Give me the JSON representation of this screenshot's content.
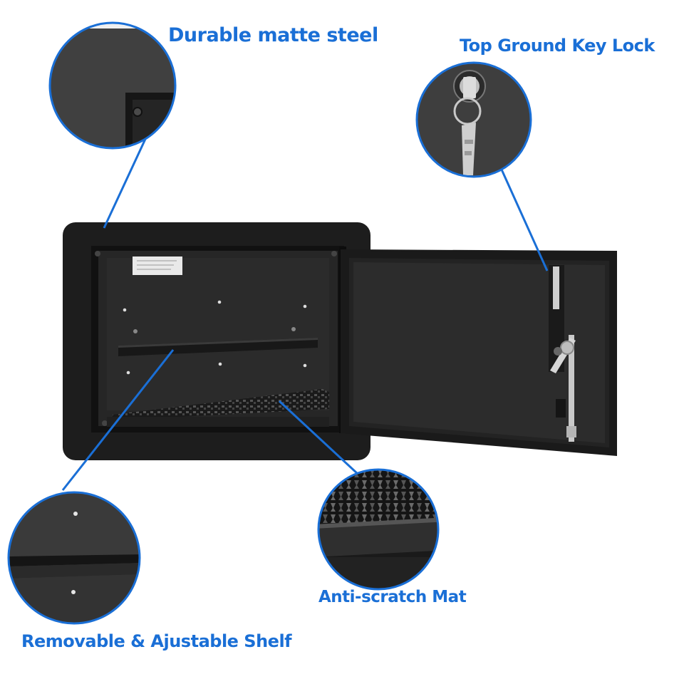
{
  "labels": {
    "matte_steel": "Durable matte steel",
    "key_lock": "Top Ground Key Lock",
    "anti_scratch": "Anti-scratch Mat",
    "shelf": "Removable & Ajustable Shelf"
  },
  "colors": {
    "accent": "#1a6fd6",
    "safe_body": "#1b1b1b",
    "safe_interior": "#2a2a2a",
    "background": "#ffffff"
  },
  "icons": {
    "safe": "wall-safe-illustration",
    "lock": "key-lock-icon"
  }
}
